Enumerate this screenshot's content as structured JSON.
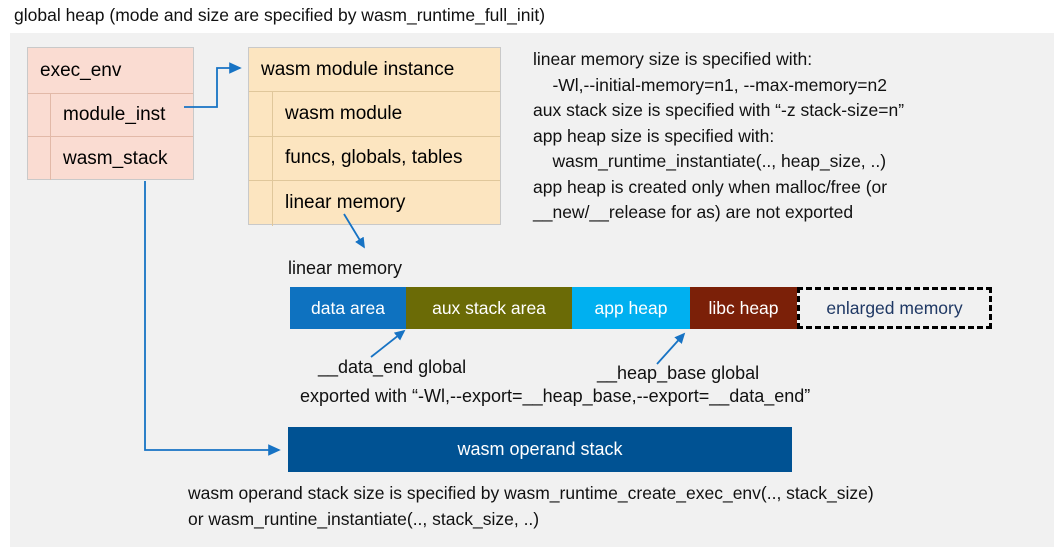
{
  "title": "global heap (mode and size are specified by wasm_runtime_full_init)",
  "exec_env": {
    "header": "exec_env",
    "fields": [
      {
        "label": "module_inst"
      },
      {
        "label": "wasm_stack"
      }
    ]
  },
  "module_instance": {
    "header": "wasm module instance",
    "fields": [
      {
        "label": "wasm module"
      },
      {
        "label": "funcs, globals, tables"
      },
      {
        "label": "linear memory"
      }
    ]
  },
  "info_text": "linear memory size is specified with:\n    -Wl,--initial-memory=n1, --max-memory=n2\naux stack size is specified with “-z stack-size=n”\napp heap size is specified with:\n    wasm_runtime_instantiate(.., heap_size, ..)\napp heap is created only when malloc/free (or\n__new/__release for as) are not exported",
  "linear_memory": {
    "caption": "linear memory",
    "segments": [
      {
        "label": "data area",
        "color": "#0e72c0",
        "text_color": "#ffffff",
        "width": 116,
        "style": "solid"
      },
      {
        "label": "aux stack area",
        "color": "#6b6b06",
        "text_color": "#ffffff",
        "width": 166,
        "style": "solid"
      },
      {
        "label": "app heap",
        "color": "#00b0f0",
        "text_color": "#ffffff",
        "width": 118,
        "style": "solid"
      },
      {
        "label": "libc heap",
        "color": "#7b2008",
        "text_color": "#ffffff",
        "width": 107,
        "style": "solid"
      },
      {
        "label": "enlarged memory",
        "color": "#f1f1f1",
        "text_color": "#1f3864",
        "width": 195,
        "style": "dashed"
      }
    ]
  },
  "annotations": {
    "data_end": "__data_end global",
    "heap_base": "__heap_base global",
    "exported": "exported with “-Wl,--export=__heap_base,--export=__data_end”"
  },
  "operand_stack": {
    "label": "wasm operand stack"
  },
  "bottom_caption": "wasm operand stack size is specified by wasm_runtime_create_exec_env(.., stack_size)\nor wasm_runtine_instantiate(.., stack_size, ..)",
  "colors": {
    "panel_background": "#f1f1f1",
    "exec_env_fill": "#fadcd2",
    "module_instance_fill": "#fce5c0",
    "connector": "#1773c4",
    "operand_stack_fill": "#005293"
  }
}
